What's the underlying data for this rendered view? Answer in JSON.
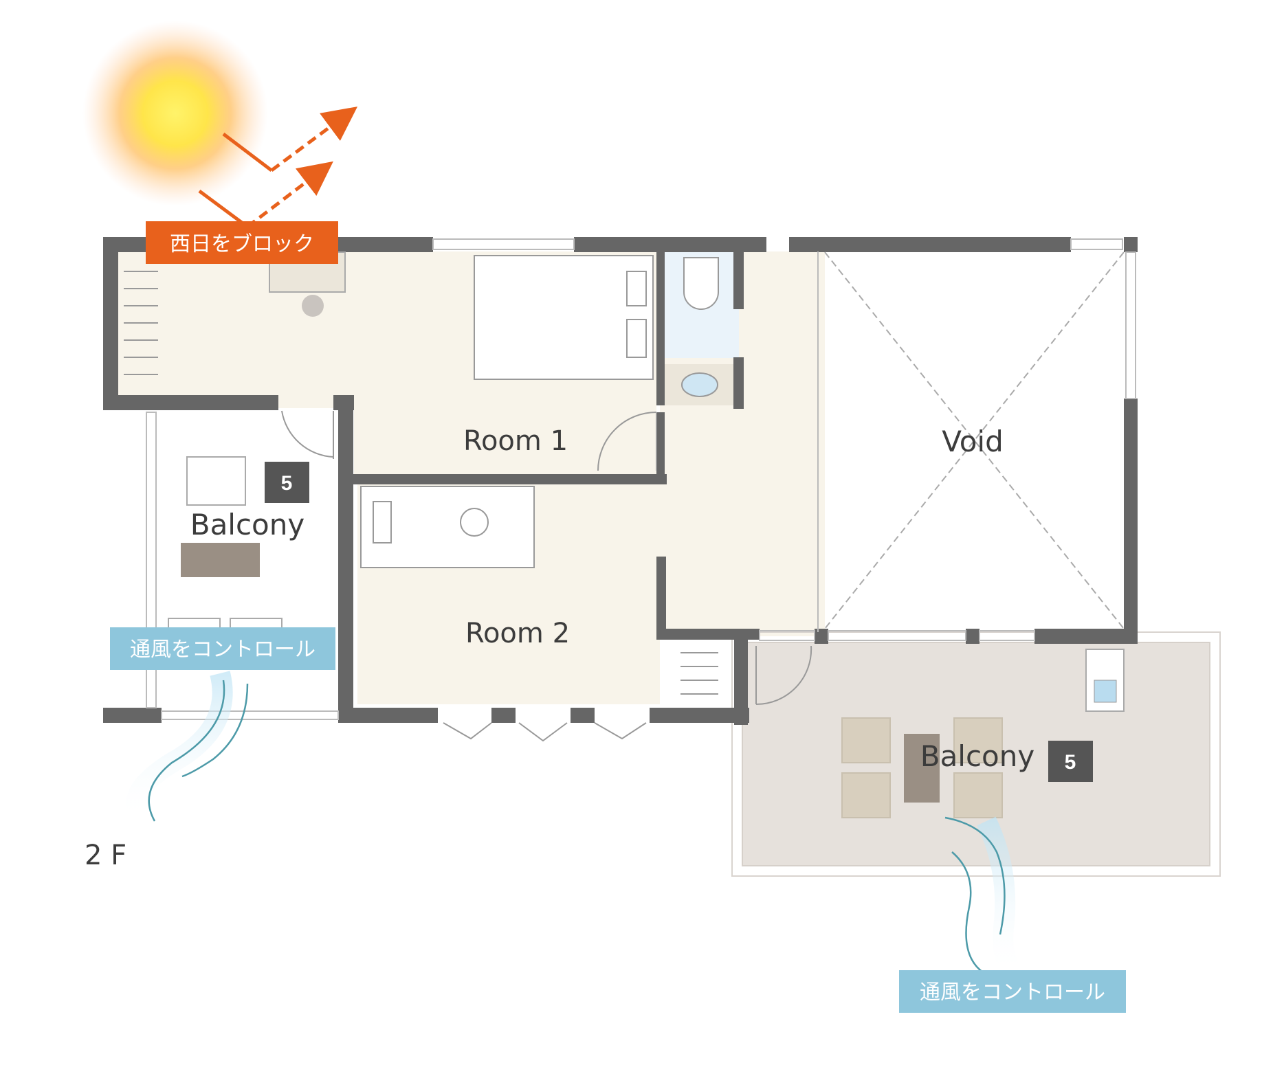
{
  "floor_label": "2 F",
  "rooms": {
    "room1": "Room 1",
    "room2": "Room 2",
    "void": "Void",
    "balcony_west": "Balcony",
    "balcony_east": "Balcony"
  },
  "badges": {
    "balcony_west": "5",
    "balcony_east": "5"
  },
  "notes": {
    "sun_block": "西日をブロック",
    "wind_west": "通風をコントロール",
    "wind_east": "通風をコントロール"
  },
  "colors": {
    "wall": "#666666",
    "floor": "#f8f4ea",
    "balcony_deck": "#e6e1dc",
    "sun_note": "#e8611c",
    "wind_note": "#8ec6dc",
    "badge": "#555555",
    "furniture": "#9a8f84",
    "chair": "#d8cfbe"
  },
  "icons": {
    "sun": "sun-icon",
    "wind": "wind-icon",
    "arrow": "dashed-arrow-icon"
  }
}
